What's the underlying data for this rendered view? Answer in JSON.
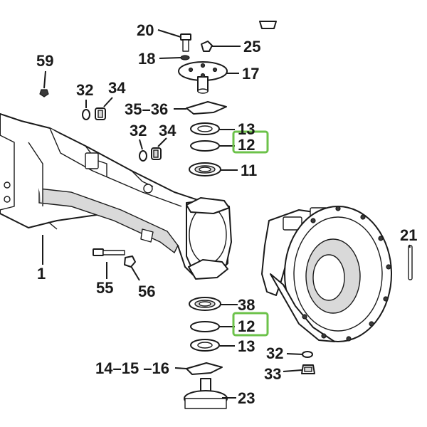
{
  "highlight_color": "#6cc24a",
  "line_color": "#1a1a1a",
  "callouts": {
    "p20": "20",
    "p25": "25",
    "p18": "18",
    "p59": "59",
    "p17": "17",
    "p32a": "32",
    "p34a": "34",
    "p35_36": "35–36",
    "p13a": "13",
    "p32b": "32",
    "p34b": "34",
    "p12a": "12",
    "p11": "11",
    "p21": "21",
    "p1": "1",
    "p55": "55",
    "p56": "56",
    "p38": "38",
    "p12b": "12",
    "p13b": "13",
    "p32c": "32",
    "p14_16": "14–15 –16",
    "p33": "33",
    "p23": "23"
  },
  "highlighted": [
    "p12a",
    "p12b"
  ]
}
